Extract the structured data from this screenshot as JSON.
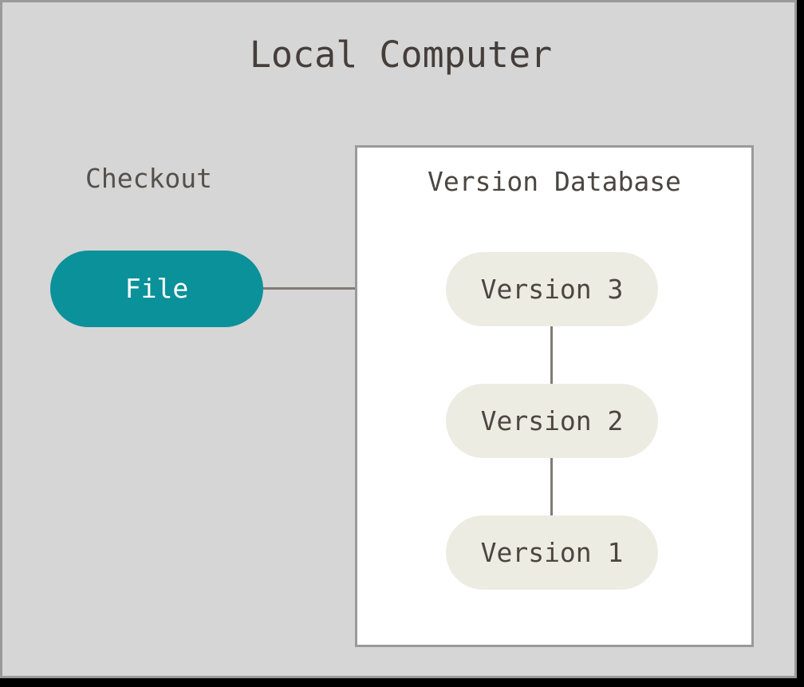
{
  "diagram": {
    "type": "version-control-flow",
    "title": "Local Computer",
    "checkout_label": "Checkout",
    "file_node": {
      "label": "File",
      "color": "#0b919a",
      "text_color": "#ffffff"
    },
    "panel": {
      "title": "Version Database",
      "background": "#ffffff",
      "border_color": "#9a9a9a"
    },
    "versions": [
      {
        "label": "Version 3"
      },
      {
        "label": "Version 2"
      },
      {
        "label": "Version 1"
      }
    ],
    "version_node_color": "#edece2",
    "version_text_color": "#4c4641",
    "connector_color": "#807c76",
    "canvas_background": "#d6d6d6",
    "canvas_border_color": "#9a9a9a"
  }
}
